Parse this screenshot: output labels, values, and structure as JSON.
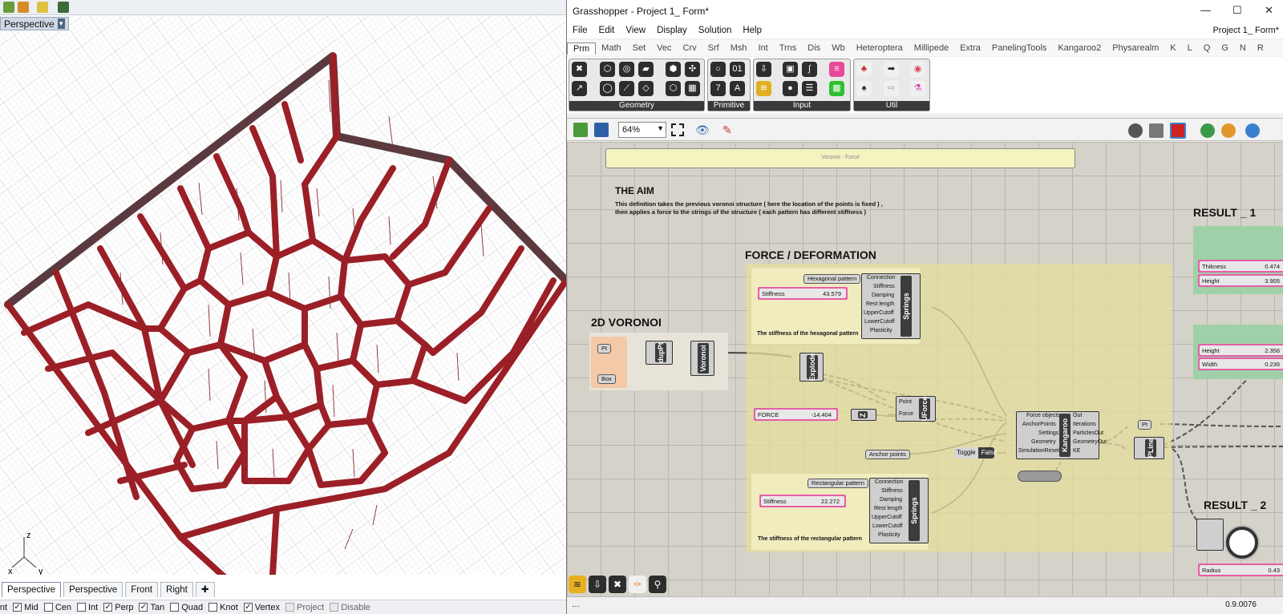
{
  "rhino": {
    "viewport_label": "Perspective",
    "axes": {
      "z": "z",
      "x": "x",
      "y": "y"
    },
    "tabs": [
      "Perspective",
      "Perspective",
      "Front",
      "Right"
    ],
    "add_tab_icon": "plus-icon",
    "osnaps": [
      {
        "label": "Point",
        "checked": true,
        "enabled": true
      },
      {
        "label": "Mid",
        "checked": true,
        "enabled": true
      },
      {
        "label": "Cen",
        "checked": false,
        "enabled": true
      },
      {
        "label": "Int",
        "checked": false,
        "enabled": true
      },
      {
        "label": "Perp",
        "checked": true,
        "enabled": true
      },
      {
        "label": "Tan",
        "checked": true,
        "enabled": true
      },
      {
        "label": "Quad",
        "checked": false,
        "enabled": true
      },
      {
        "label": "Knot",
        "checked": false,
        "enabled": true
      },
      {
        "label": "Vertex",
        "checked": true,
        "enabled": true
      },
      {
        "label": "Project",
        "checked": false,
        "enabled": false
      },
      {
        "label": "Disable",
        "checked": false,
        "enabled": false
      }
    ]
  },
  "gh": {
    "title": "Grasshopper - Project 1_ Form*",
    "doc_name": "Project 1_ Form*",
    "menu": [
      "File",
      "Edit",
      "View",
      "Display",
      "Solution",
      "Help"
    ],
    "tabs": [
      "Prm",
      "Math",
      "Set",
      "Vec",
      "Crv",
      "Srf",
      "Msh",
      "Int",
      "Trns",
      "Dis",
      "Wb",
      "Heteroptera",
      "Millipede",
      "Extra",
      "PanelingTools",
      "Kangaroo2",
      "Physarealm",
      "K",
      "L",
      "Q",
      "G",
      "N",
      "R"
    ],
    "ribbon_groups": [
      "Geometry",
      "Primitive",
      "Input",
      "Util"
    ],
    "zoom": "64%",
    "status": "0.9.0076",
    "canvas": {
      "scribble_banner": "Voronoi - Force",
      "aim_title": "THE AIM",
      "aim_text1": "This definition takes the previous voronoi structure ( here the location of the points is fixed ) ,",
      "aim_text2": " then applies a force to the strings of the structure ( each pattern has different stiffness )",
      "force_title": "FORCE / DEFORMATION",
      "voronoi_title": "2D VORONOI",
      "result1": "RESULT _ 1",
      "result2": "RESULT _ 2",
      "hex_param": "Hexagonal pattern",
      "rect_param": "Rectangular pattern",
      "stiffness_label": "Stiffness",
      "stiffness_hex": "43.579",
      "stiffness_rect": "22.272",
      "force_label": "FORCE",
      "force_value": "-14.404",
      "hex_caption": "The stiffness of the hexagonal pattern",
      "rect_caption": "The stiffness of the rectangular pattern",
      "springs_inputs": [
        "Connection",
        "Stiffness",
        "Damping",
        "Rest length",
        "UpperCutoff",
        "LowerCutoff",
        "Plasticity"
      ],
      "springs_inputs2": [
        "Connection",
        "Stiffness",
        "Damping",
        "Rest length",
        "UpperCutoff",
        "LowerCutoff",
        "Plasticity"
      ],
      "springs_name": "Springs",
      "pt_label": "Pt",
      "box_label": "Box",
      "duppt": "dupPt",
      "voronoi": "Voronoi",
      "explode": "Explode",
      "uforce": "UForce",
      "uforce_inputs": [
        "Point",
        "Force"
      ],
      "z_label": "Z",
      "kangaroo": "Kangaroo",
      "kangaroo_inputs": [
        "Force objects",
        "AnchorPoints",
        "Settings",
        "Geometry",
        "SimulationReset"
      ],
      "kangaroo_outputs": [
        "Out",
        "Iterations",
        "ParticlesOut",
        "GeometryOut",
        "KE"
      ],
      "anchor_points": "Anchor points",
      "toggle_label": "Toggle",
      "toggle_value": "False",
      "pt_out": "Pt",
      "pline": "PLine",
      "thickness_label": "Thikness",
      "thickness_value": "0.474",
      "height_label": "Height",
      "height_value": "3.905",
      "height2_label": "Height",
      "height2_value": "2.356",
      "width_label": "Width",
      "width_value": "0.236",
      "radius_label": "Radius",
      "radius_value": "0.43"
    }
  }
}
